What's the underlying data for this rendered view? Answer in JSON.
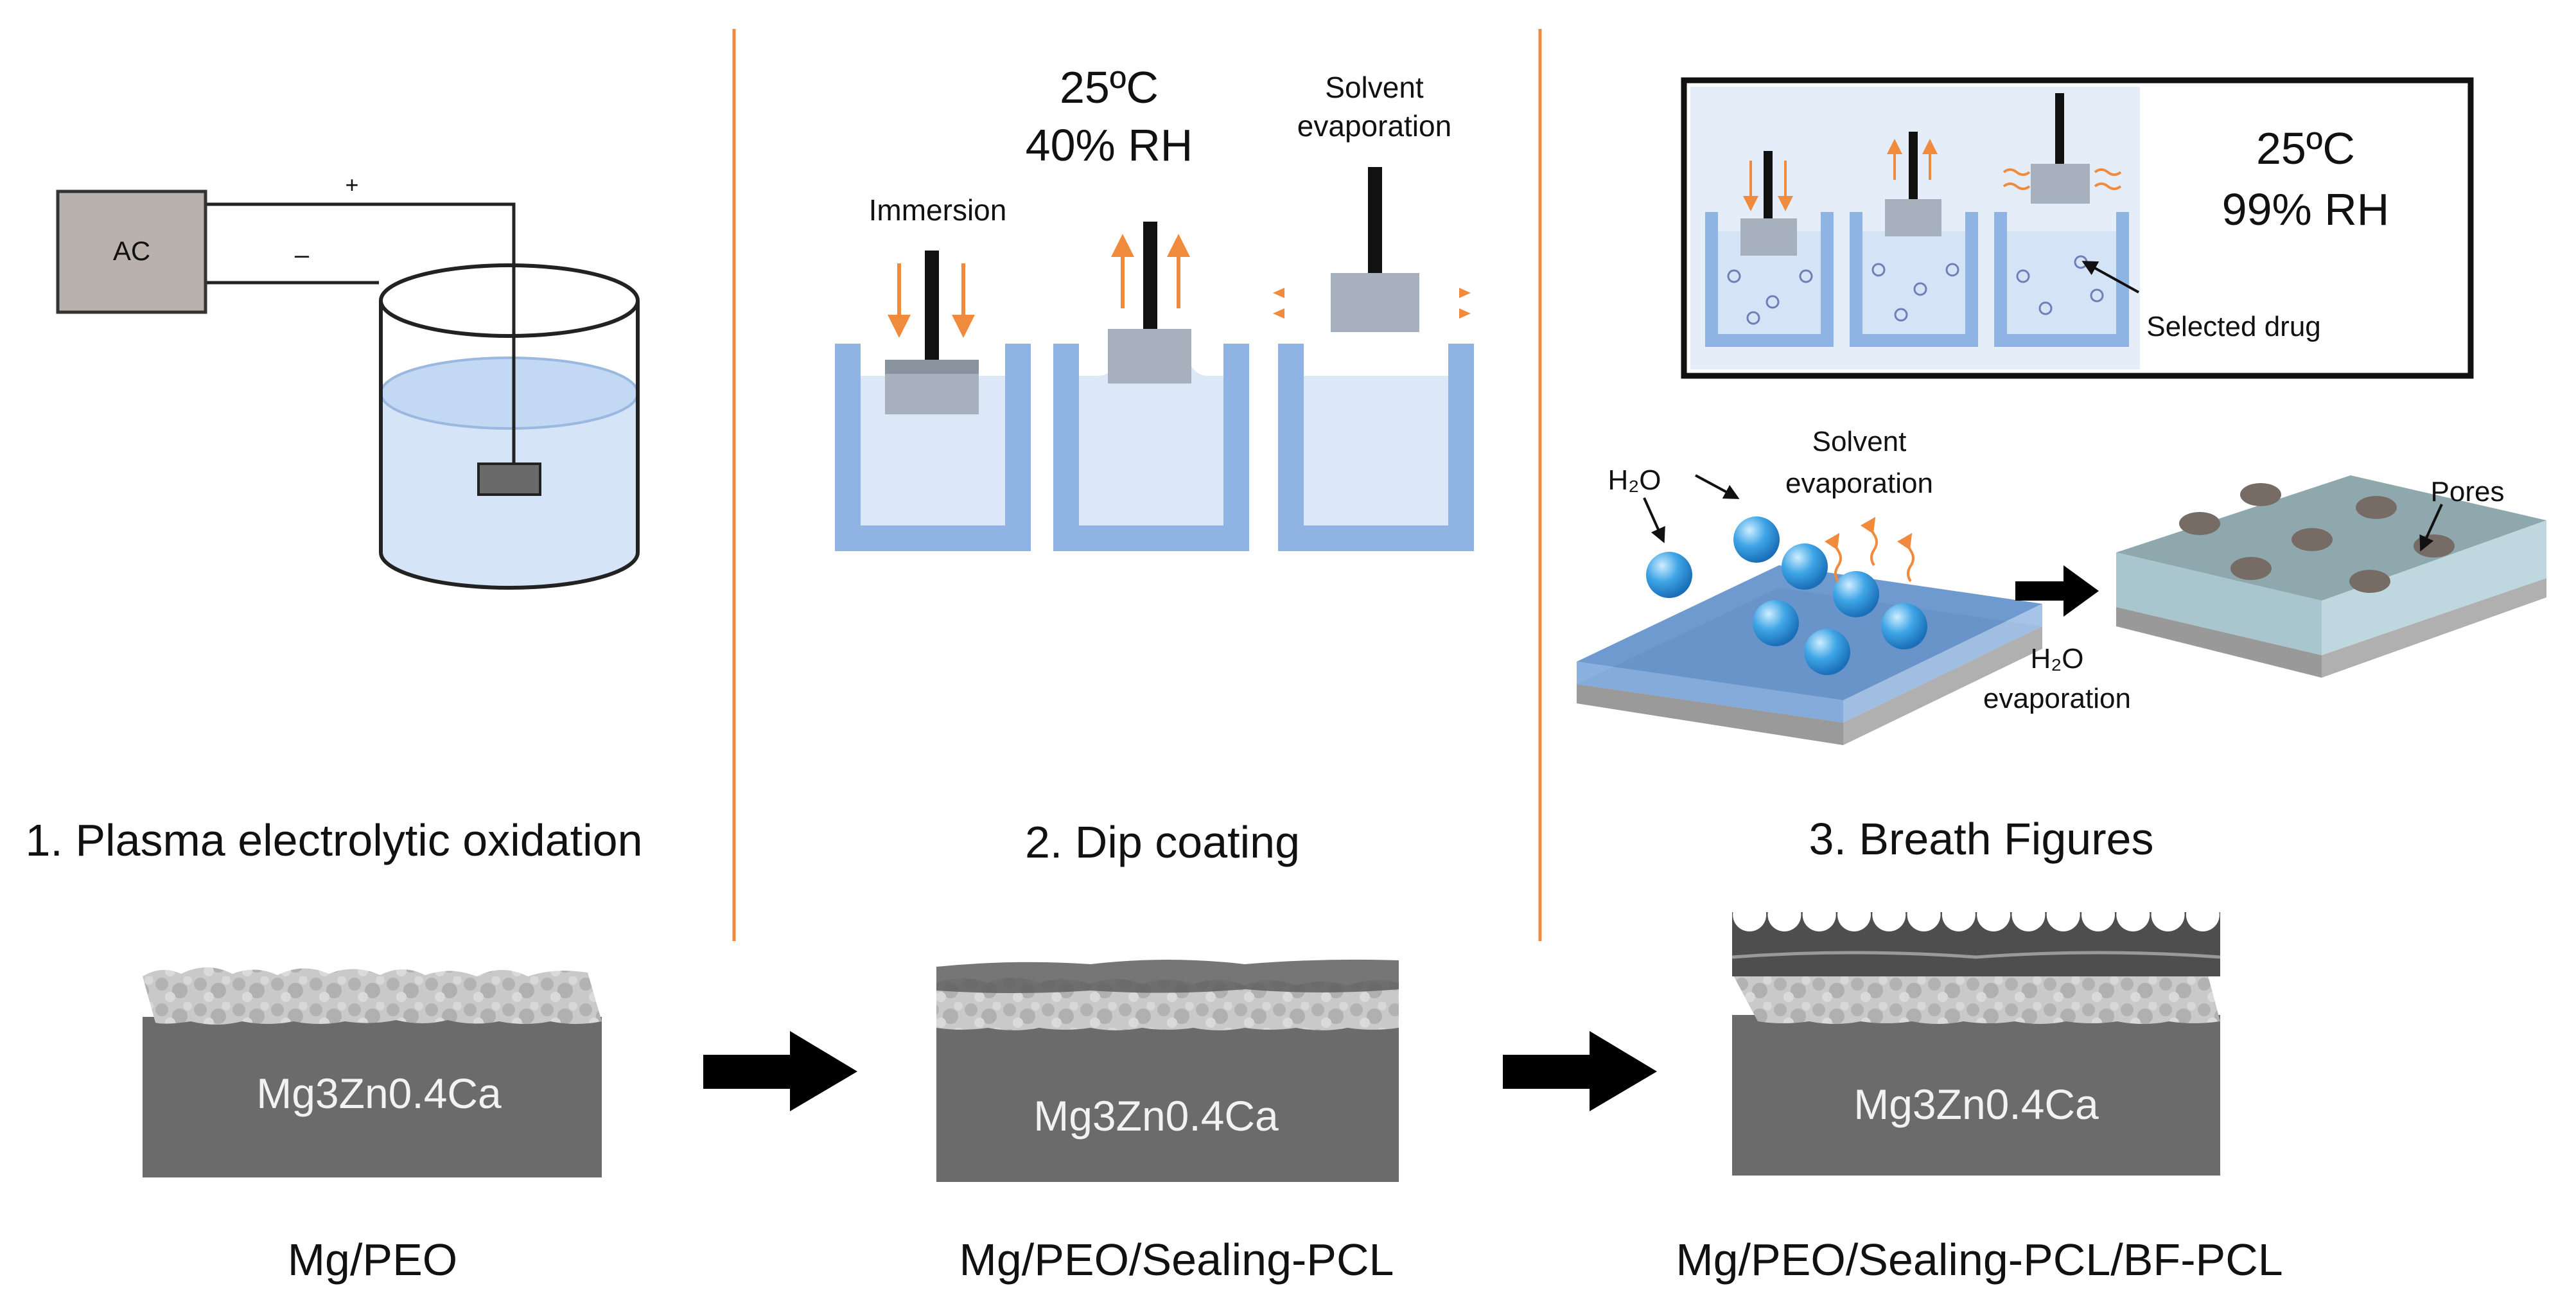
{
  "panel1": {
    "ac_label": "AC",
    "plus_sign": "+",
    "minus_sign": "–",
    "step_title": "1. Plasma electrolytic oxidation",
    "substrate_label": "Mg3Zn0.4Ca",
    "sample_label": "Mg/PEO"
  },
  "panel2": {
    "temp_label": "25ºC",
    "humidity_label": "40% RH",
    "immersion_label": "Immersion",
    "solvent_label_line1": "Solvent",
    "solvent_label_line2": "evaporation",
    "step_title": "2. Dip coating",
    "substrate_label": "Mg3Zn0.4Ca",
    "sample_label": "Mg/PEO/Sealing-PCL"
  },
  "panel3": {
    "temp_label": "25ºC",
    "humidity_label": "99% RH",
    "drug_label": "Selected drug",
    "water_label": "H₂O",
    "solvent_label_line1": "Solvent",
    "solvent_label_line2": "evaporation",
    "water_evap_line1": "H₂O",
    "water_evap_line2": "evaporation",
    "pores_label": "Pores",
    "step_title": "3. Breath Figures",
    "substrate_label": "Mg3Zn0.4Ca",
    "sample_label": "Mg/PEO/Sealing-PCL/BF-PCL"
  },
  "colors": {
    "accent_orange": "#f08a3c",
    "solution_blue": "#d5e4f5",
    "beaker_blue": "#8fb3e2",
    "substrate_gray": "#6b6b6b",
    "oxide_gray": "#bdbdbd"
  }
}
